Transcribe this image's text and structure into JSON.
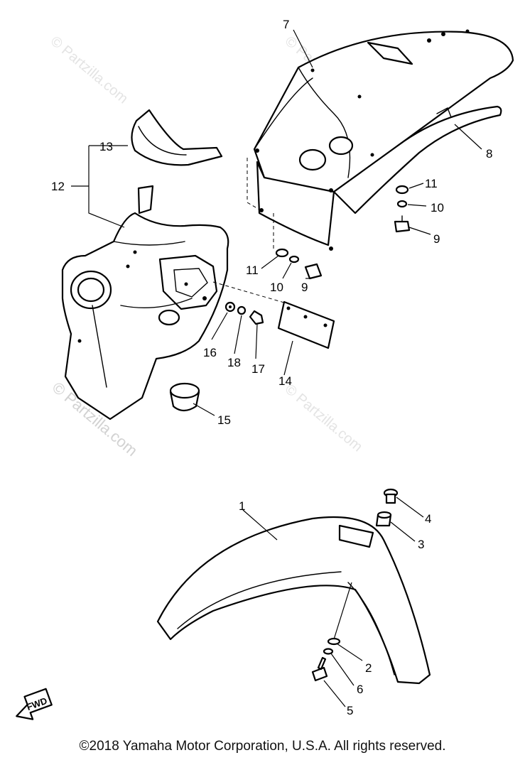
{
  "callouts": [
    {
      "id": "c7",
      "text": "7"
    },
    {
      "id": "c8",
      "text": "8"
    },
    {
      "id": "c13",
      "text": "13"
    },
    {
      "id": "c12",
      "text": "12"
    },
    {
      "id": "c11a",
      "text": "11"
    },
    {
      "id": "c10a",
      "text": "10"
    },
    {
      "id": "c9a",
      "text": "9"
    },
    {
      "id": "c11b",
      "text": "11"
    },
    {
      "id": "c10b",
      "text": "10"
    },
    {
      "id": "c9b",
      "text": "9"
    },
    {
      "id": "c16",
      "text": "16"
    },
    {
      "id": "c18",
      "text": "18"
    },
    {
      "id": "c17",
      "text": "17"
    },
    {
      "id": "c14",
      "text": "14"
    },
    {
      "id": "c15",
      "text": "15"
    },
    {
      "id": "c1",
      "text": "1"
    },
    {
      "id": "c4",
      "text": "4"
    },
    {
      "id": "c3",
      "text": "3"
    },
    {
      "id": "c2",
      "text": "2"
    },
    {
      "id": "c6",
      "text": "6"
    },
    {
      "id": "c5",
      "text": "5"
    }
  ],
  "watermark": {
    "text": "© Partzilla.com",
    "color": "#d2d2d2"
  },
  "fwd_label": "FWD",
  "copyright": "©2018  Yamaha Motor Corporation, U.S.A. All rights reserved."
}
